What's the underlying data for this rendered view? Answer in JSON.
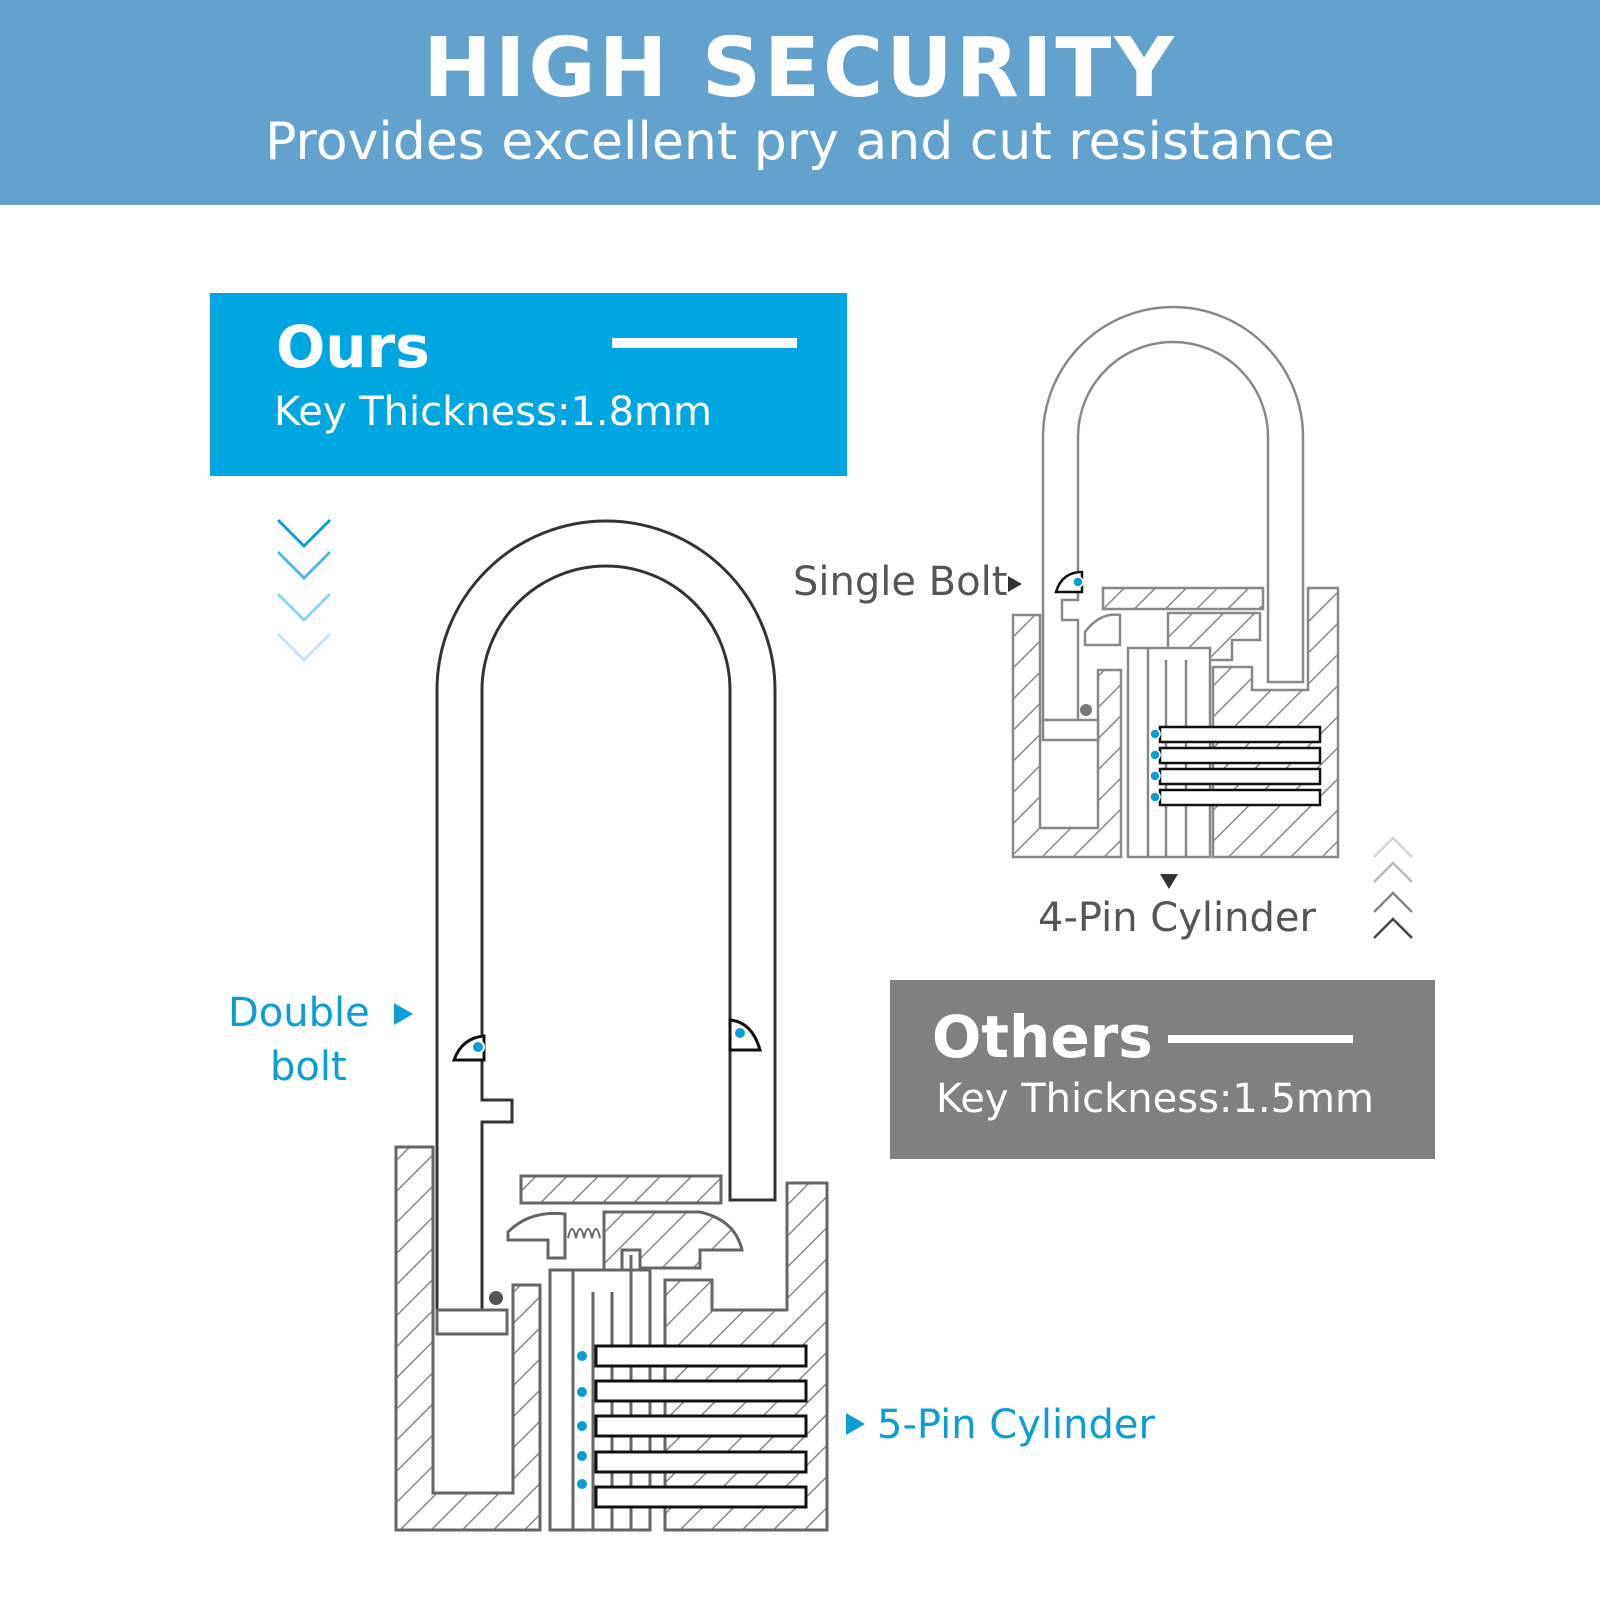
{
  "banner": {
    "title": "HIGH SECURITY",
    "subtitle": "Provides excellent pry and cut resistance"
  },
  "ours": {
    "title": "Ours",
    "key_thickness": "Key Thickness:1.8mm",
    "feature_bolt": "Double",
    "feature_bolt_line2": "bolt",
    "feature_cylinder": "5-Pin Cylinder"
  },
  "others": {
    "title": "Others",
    "key_thickness": "Key Thickness:1.5mm",
    "feature_bolt": "Single Bolt",
    "feature_cylinder": "4-Pin Cylinder"
  },
  "colors": {
    "banner": "#62a2cd",
    "ours_card": "#00a6df",
    "others_card": "#808080",
    "accent_blue": "#0c9ed3"
  }
}
